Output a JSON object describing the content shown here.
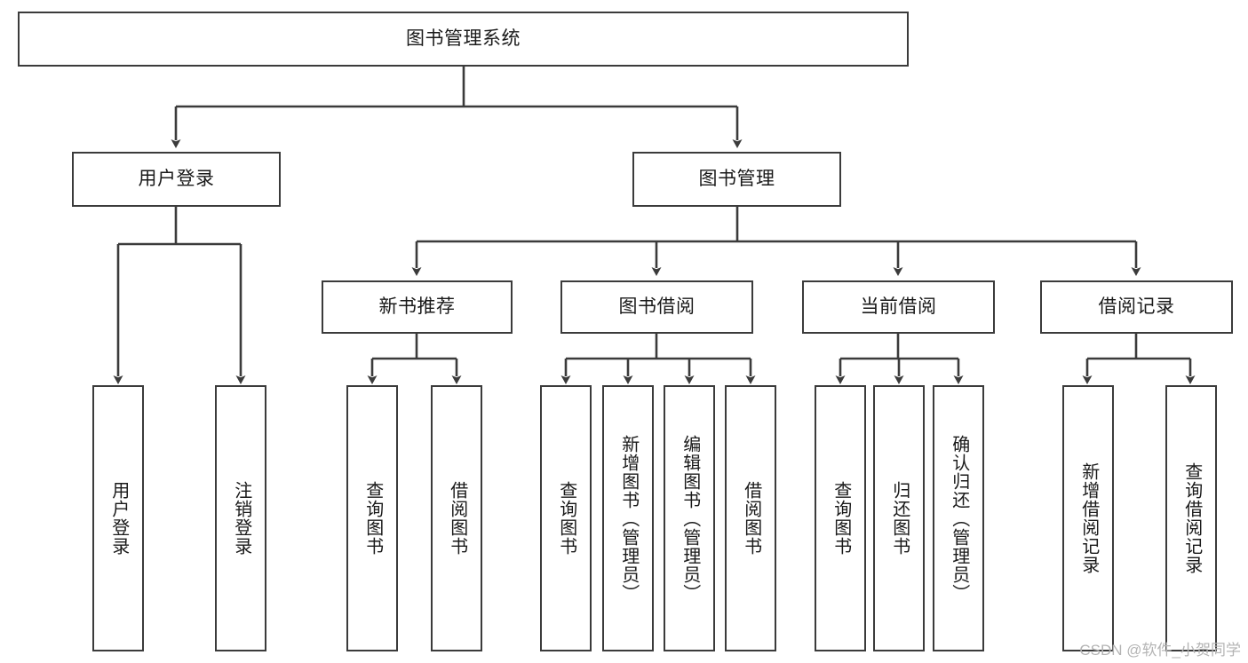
{
  "diagram": {
    "title": "图书管理系统",
    "type": "tree-hierarchy",
    "stroke_color": "#3b3b3b",
    "background_color": "#ffffff",
    "text_color": "#1a1a1a",
    "watermark": "CSDN @软件_小贺同学",
    "nodes": {
      "root": {
        "label": "图书管理系统"
      },
      "level2": [
        {
          "id": "user-login",
          "label": "用户登录"
        },
        {
          "id": "book-management",
          "label": "图书管理"
        }
      ],
      "level3": [
        {
          "id": "new-book-recommend",
          "label": "新书推荐"
        },
        {
          "id": "book-borrow",
          "label": "图书借阅"
        },
        {
          "id": "current-borrow",
          "label": "当前借阅"
        },
        {
          "id": "borrow-record",
          "label": "借阅记录"
        }
      ],
      "leaves": {
        "user_login": [
          {
            "id": "leaf-user-login",
            "label": "用户登录"
          },
          {
            "id": "leaf-logout-login",
            "label": "注销登录"
          }
        ],
        "new_book_recommend": [
          {
            "id": "leaf-query-book-1",
            "label": "查询图书"
          },
          {
            "id": "leaf-borrow-book-1",
            "label": "借阅图书"
          }
        ],
        "book_borrow": [
          {
            "id": "leaf-query-book-2",
            "label": "查询图书"
          },
          {
            "id": "leaf-add-book",
            "label": "新增图书（管理员）"
          },
          {
            "id": "leaf-edit-book",
            "label": "编辑图书（管理员）"
          },
          {
            "id": "leaf-borrow-book-2",
            "label": "借阅图书"
          }
        ],
        "current_borrow": [
          {
            "id": "leaf-query-book-3",
            "label": "查询图书"
          },
          {
            "id": "leaf-return-book",
            "label": "归还图书"
          },
          {
            "id": "leaf-confirm-return",
            "label": "确认归还（管理员）"
          }
        ],
        "borrow_record": [
          {
            "id": "leaf-add-record",
            "label": "新增借阅记录"
          },
          {
            "id": "leaf-query-record",
            "label": "查询借阅记录"
          }
        ]
      }
    }
  }
}
